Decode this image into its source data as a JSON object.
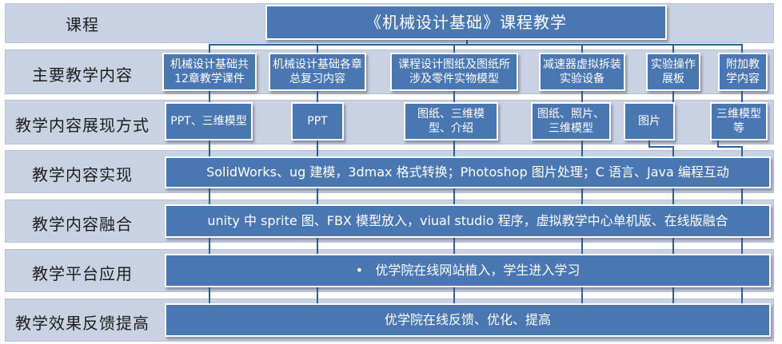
{
  "title": "《机械设计基础》课程教学",
  "rows": {
    "course": "课程",
    "main": "主要教学内容",
    "presentation": "教学内容展现方式",
    "implementation": "教学内容实现",
    "fusion": "教学内容融合",
    "platform": "教学平台应用",
    "feedback": "教学效果反馈提高"
  },
  "content": [
    "机械设计基础共12章教学课件",
    "机械设计基础各章总复习内容",
    "课程设计图纸及图纸所涉及零件实物模型",
    "减速器虚拟拆装实验设备",
    "实验操作展板",
    "附加教学内容"
  ],
  "presentation": [
    "PPT、三维模型",
    "PPT",
    "图纸、三维模型、介绍",
    "图纸、照片、三维模型",
    "图片",
    "三维模型等"
  ],
  "implementation": "SolidWorks、ug 建模，3dmax 格式转换；Photoshop 图片处理；C 语言、Java 编程互动",
  "fusion": "unity 中 sprite 图、FBX 模型放入，viual studio 程序，虚拟教学中心单机版、在线版融合",
  "platform": "•   优学院在线网站植入，学生进入学习",
  "feedback": "优学院在线反馈、优化、提高",
  "colors": {
    "box": "#4a77b2",
    "band": "#c9d2e2"
  }
}
